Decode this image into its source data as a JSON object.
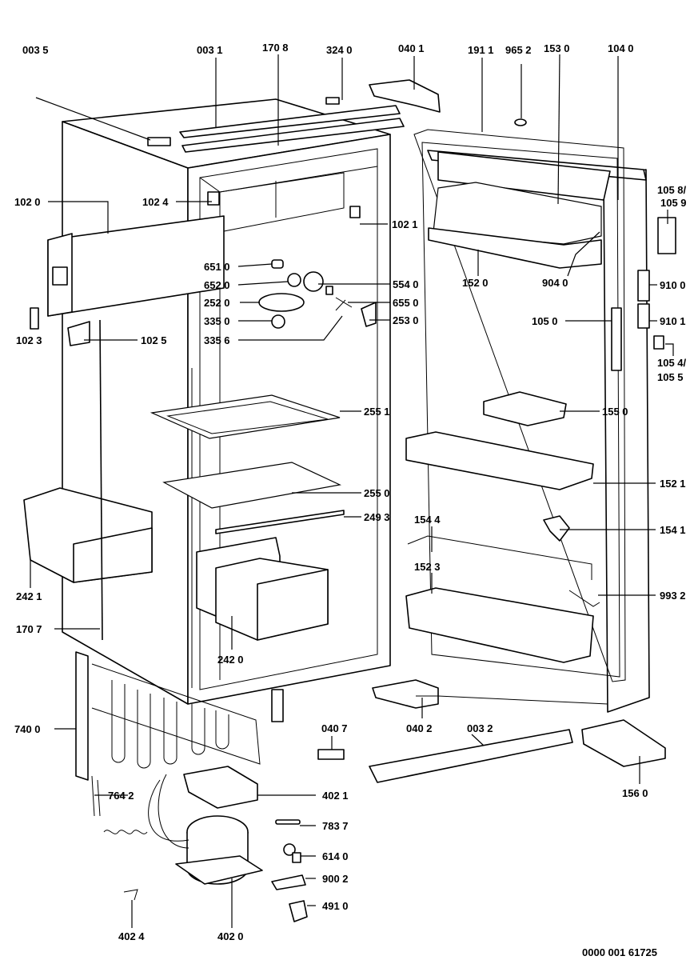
{
  "drawing_number": "0000 001 61725",
  "labels": [
    {
      "id": "l0035",
      "text": "003 5"
    },
    {
      "id": "l0031",
      "text": "003 1"
    },
    {
      "id": "l1708",
      "text": "170 8"
    },
    {
      "id": "l3240",
      "text": "324 0"
    },
    {
      "id": "l0401",
      "text": "040 1"
    },
    {
      "id": "l1911",
      "text": "191 1"
    },
    {
      "id": "l9652",
      "text": "965 2"
    },
    {
      "id": "l1530",
      "text": "153 0"
    },
    {
      "id": "l1040",
      "text": "104 0"
    },
    {
      "id": "l1020",
      "text": "102 0"
    },
    {
      "id": "l1024",
      "text": "102 4"
    },
    {
      "id": "l1021",
      "text": "102 1"
    },
    {
      "id": "l1058",
      "text": "105 8/"
    },
    {
      "id": "l1059",
      "text": "105 9"
    },
    {
      "id": "l6510",
      "text": "651 0"
    },
    {
      "id": "l6520",
      "text": "652 0"
    },
    {
      "id": "l2520",
      "text": "252 0"
    },
    {
      "id": "l3350",
      "text": "335 0"
    },
    {
      "id": "l3356",
      "text": "335 6"
    },
    {
      "id": "l5540",
      "text": "554 0"
    },
    {
      "id": "l6550",
      "text": "655 0"
    },
    {
      "id": "l2530",
      "text": "253 0"
    },
    {
      "id": "l1520",
      "text": "152 0"
    },
    {
      "id": "l9040",
      "text": "904 0"
    },
    {
      "id": "l9100",
      "text": "910 0"
    },
    {
      "id": "l9101",
      "text": "910 1"
    },
    {
      "id": "l1023",
      "text": "102 3"
    },
    {
      "id": "l1025",
      "text": "102 5"
    },
    {
      "id": "l1050",
      "text": "105 0"
    },
    {
      "id": "l1054",
      "text": "105 4/"
    },
    {
      "id": "l1055",
      "text": "105 5"
    },
    {
      "id": "l2551",
      "text": "255 1"
    },
    {
      "id": "l1550",
      "text": "155 0"
    },
    {
      "id": "l2550",
      "text": "255 0"
    },
    {
      "id": "l1521",
      "text": "152 1"
    },
    {
      "id": "l2493",
      "text": "249 3"
    },
    {
      "id": "l1544",
      "text": "154 4"
    },
    {
      "id": "l1541",
      "text": "154 1"
    },
    {
      "id": "l1523",
      "text": "152 3"
    },
    {
      "id": "l2421",
      "text": "242 1"
    },
    {
      "id": "l9932",
      "text": "993 2"
    },
    {
      "id": "l1707",
      "text": "170 7"
    },
    {
      "id": "l2420",
      "text": "242 0"
    },
    {
      "id": "l7400",
      "text": "740 0"
    },
    {
      "id": "l0407",
      "text": "040 7"
    },
    {
      "id": "l0402",
      "text": "040 2"
    },
    {
      "id": "l0032",
      "text": "003 2"
    },
    {
      "id": "l7642",
      "text": "764 2"
    },
    {
      "id": "l4021",
      "text": "402 1"
    },
    {
      "id": "l1560",
      "text": "156 0"
    },
    {
      "id": "l7837",
      "text": "783 7"
    },
    {
      "id": "l6140",
      "text": "614 0"
    },
    {
      "id": "l9002",
      "text": "900 2"
    },
    {
      "id": "l4910",
      "text": "491 0"
    },
    {
      "id": "l4024",
      "text": "402 4"
    },
    {
      "id": "l4020",
      "text": "402 0"
    }
  ]
}
